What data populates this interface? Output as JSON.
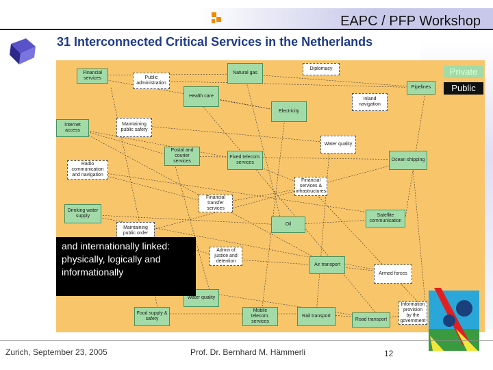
{
  "header": {
    "title": "EAPC / PFP Workshop",
    "subtitle": "31 Interconnected Critical Services in the Netherlands"
  },
  "legend": {
    "private": "Private",
    "public": "Public"
  },
  "services": [
    {
      "id": "financial-services",
      "label": "Financial services",
      "type": "green"
    },
    {
      "id": "public-administration",
      "label": "Public administration",
      "type": "white"
    },
    {
      "id": "natural-gas",
      "label": "Natural gas",
      "type": "green"
    },
    {
      "id": "diplomacy",
      "label": "Diplomacy",
      "type": "white"
    },
    {
      "id": "pipelines",
      "label": "Pipelines",
      "type": "green"
    },
    {
      "id": "health-care",
      "label": "Health care",
      "type": "green"
    },
    {
      "id": "inland-navigation",
      "label": "Inland navigation",
      "type": "white"
    },
    {
      "id": "electricity",
      "label": "Electricity",
      "type": "green"
    },
    {
      "id": "internet-access",
      "label": "Internet access",
      "type": "green"
    },
    {
      "id": "maintaining-public-safety",
      "label": "Maintaining public safety",
      "type": "white"
    },
    {
      "id": "water-quality-top",
      "label": "Water quality",
      "type": "white"
    },
    {
      "id": "postal-courier",
      "label": "Postal and courier services",
      "type": "green"
    },
    {
      "id": "fixed-telecom",
      "label": "Fixed telecom. services",
      "type": "green"
    },
    {
      "id": "ocean-shipping",
      "label": "Ocean shipping",
      "type": "green"
    },
    {
      "id": "radio-communication",
      "label": "Radio communication and navigation",
      "type": "white"
    },
    {
      "id": "financial-infra",
      "label": "Financial services & infrastructures",
      "type": "white"
    },
    {
      "id": "financial-transfer",
      "label": "Financial transfer services",
      "type": "white"
    },
    {
      "id": "drinking-water",
      "label": "Drinking water supply",
      "type": "green"
    },
    {
      "id": "satellite-communication",
      "label": "Satellite communication",
      "type": "green"
    },
    {
      "id": "maintaining-public-order",
      "label": "Maintaining public order",
      "type": "white"
    },
    {
      "id": "oil",
      "label": "Oil",
      "type": "green"
    },
    {
      "id": "admin-justice",
      "label": "Admin of justice and detention",
      "type": "white"
    },
    {
      "id": "air-transport",
      "label": "Air transport",
      "type": "green"
    },
    {
      "id": "armed-forces",
      "label": "Armed forces",
      "type": "white"
    },
    {
      "id": "water-quality-bottom",
      "label": "Water quality",
      "type": "green"
    },
    {
      "id": "information-provision",
      "label": "Information provision by the government",
      "type": "white"
    },
    {
      "id": "food-supply",
      "label": "Food supply & safety",
      "type": "green"
    },
    {
      "id": "mobile-telecom",
      "label": "Mobile telecom. services",
      "type": "green"
    },
    {
      "id": "rail-transport",
      "label": "Rail transport",
      "type": "green"
    },
    {
      "id": "road-transport",
      "label": "Road transport",
      "type": "green"
    }
  ],
  "overlay_text": "and internationally linked: physically, logically and informationally",
  "footer": {
    "left": "Zurich, September 23, 2005",
    "middle": "Prof. Dr. Bernhard M. Hämmerli",
    "page": "12"
  }
}
